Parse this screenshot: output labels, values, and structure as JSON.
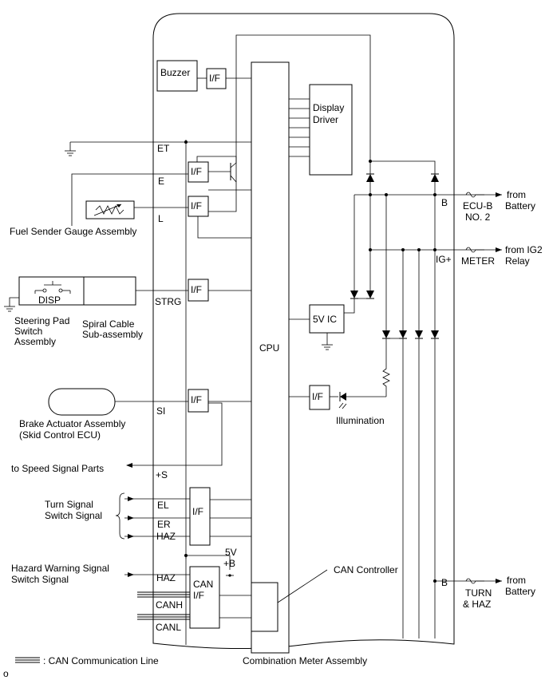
{
  "blocks": {
    "buzzer": "Buzzer",
    "if": "I/F",
    "cpu": "CPU",
    "display_driver_1": "Display",
    "display_driver_2": "Driver",
    "ic5v": "5V IC",
    "can_if_1": "CAN",
    "can_if_2": "I/F"
  },
  "pins": {
    "et": "ET",
    "e": "E",
    "l": "L",
    "strg": "STRG",
    "si": "SI",
    "plus_s": "+S",
    "el": "EL",
    "er": "ER",
    "haz1": "HAZ",
    "haz2": "HAZ",
    "canh": "CANH",
    "canl": "CANL",
    "b1": "B",
    "ig_plus": "IG+",
    "b2": "B",
    "v5": "5V",
    "plus_b": "+B"
  },
  "labels": {
    "fuel_sender": "Fuel Sender Gauge Assembly",
    "disp": "DISP",
    "steering_1": "Steering Pad",
    "steering_2": "Switch",
    "steering_3": "Assembly",
    "spiral_1": "Spiral Cable",
    "spiral_2": "Sub-assembly",
    "brake_1": "Brake Actuator Assembly",
    "brake_2": "(Skid Control ECU)",
    "speed_signal": "to Speed Signal Parts",
    "turn_signal_1": "Turn Signal",
    "turn_signal_2": "Switch Signal",
    "hazard_1": "Hazard Warning Signal",
    "hazard_2": "Switch Signal",
    "can_controller": "CAN Controller",
    "illumination": "Illumination",
    "ecub_1": "ECU-B",
    "ecub_2": "NO. 2",
    "from_battery_1a": "from",
    "from_battery_1b": "Battery",
    "meter": "METER",
    "from_ig2_a": "from IG2",
    "from_ig2_b": "Relay",
    "turn_haz_1": "TURN",
    "turn_haz_2": "& HAZ",
    "from_battery_2a": "from",
    "from_battery_2b": "Battery",
    "combination_meter": "Combination Meter Assembly",
    "legend": ": CAN Communication Line",
    "corner_mark": "o"
  }
}
